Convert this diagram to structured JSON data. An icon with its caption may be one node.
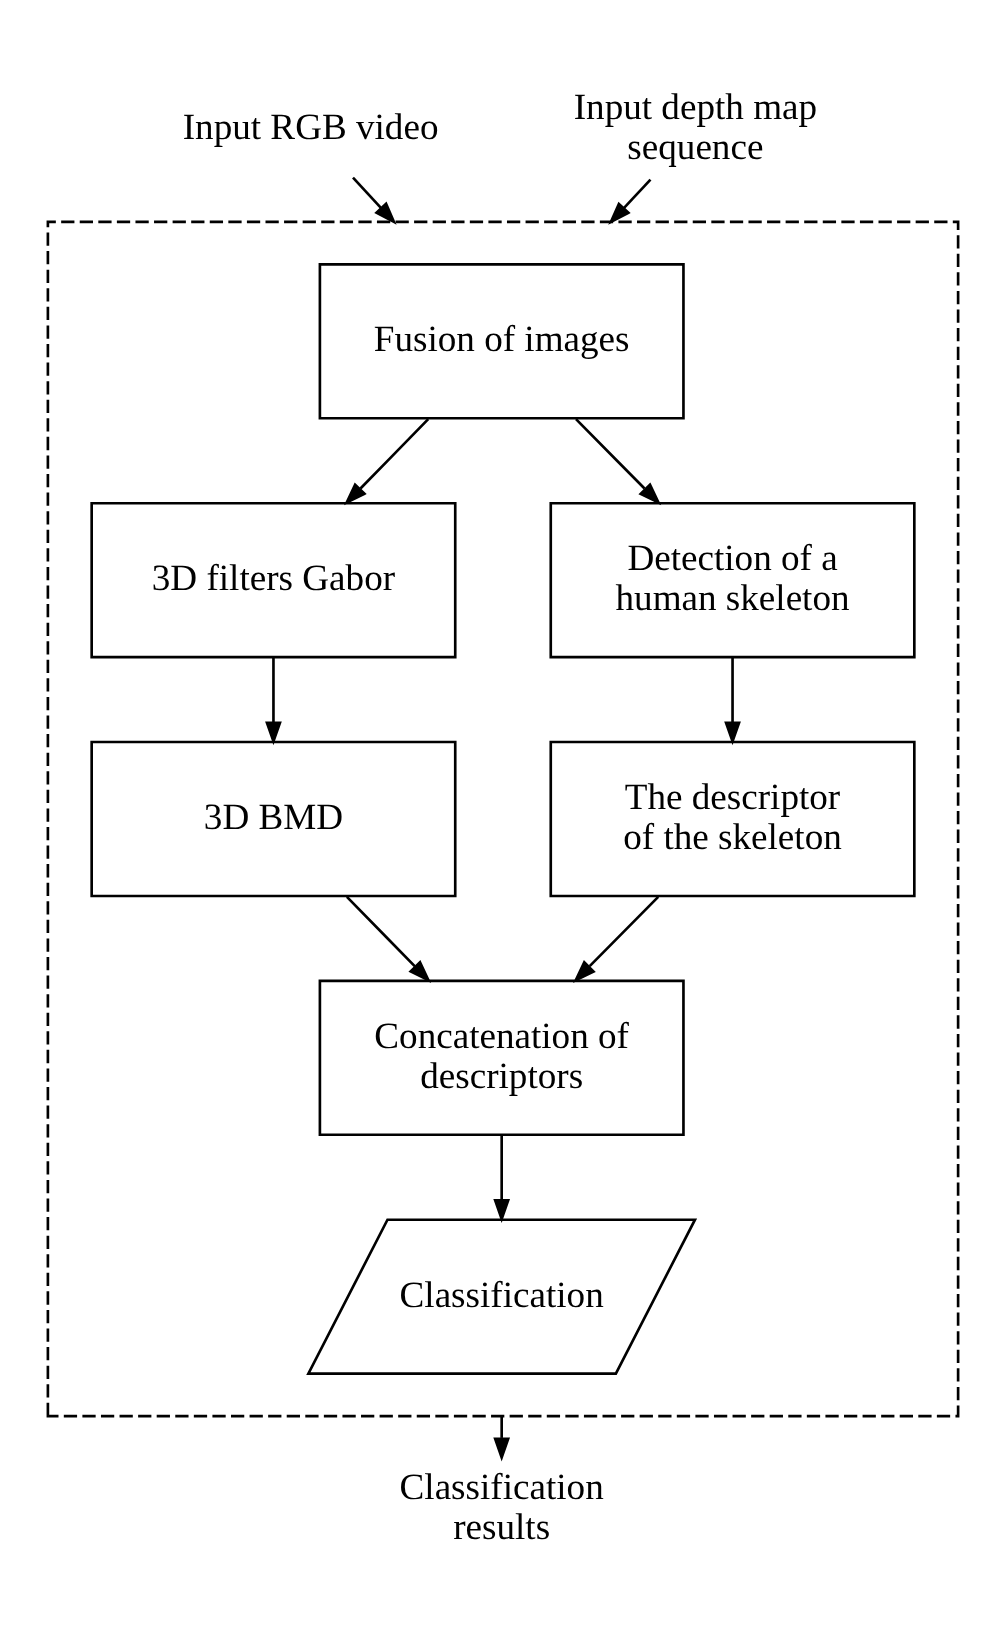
{
  "diagram": {
    "nodes": [
      {
        "text": [
          "Input RGB video"
        ]
      },
      {
        "text": [
          "Input depth map sequence"
        ]
      },
      {
        "text": [],
        "shape": "box"
      },
      {
        "text": [
          "Fusion of images"
        ],
        "in": 2
      },
      {
        "text": [
          "3D filters Gabor"
        ],
        "in": 2
      },
      {
        "text": [
          "Detection of a human skeleton"
        ],
        "in": 2
      },
      {
        "text": [
          "3D BMD"
        ],
        "in": 2
      },
      {
        "text": [
          "The descriptor of the skeleton"
        ],
        "in": 2
      },
      {
        "text": [
          "Concatenation of descriptors"
        ],
        "in": 2
      },
      {
        "text": [
          "Classification"
        ],
        "in": 2
      },
      {
        "text": [
          "Classification results"
        ]
      }
    ],
    "edges": [
      {
        "from": 0,
        "to": 2,
        "arrow": "to"
      },
      {
        "from": 1,
        "to": 2,
        "arrow": "to"
      },
      {
        "from": 3,
        "to": 4,
        "arrow": "to"
      },
      {
        "from": 3,
        "to": 5,
        "arrow": "to"
      },
      {
        "from": 4,
        "to": 6,
        "arrow": "to"
      },
      {
        "from": 5,
        "to": 7,
        "arrow": "to"
      },
      {
        "from": 6,
        "to": 8,
        "arrow": "to"
      },
      {
        "from": 7,
        "to": 8,
        "arrow": "to"
      },
      {
        "from": 8,
        "to": 9,
        "arrow": "to"
      },
      {
        "from": 2,
        "to": 10,
        "arrow": "to"
      }
    ]
  }
}
